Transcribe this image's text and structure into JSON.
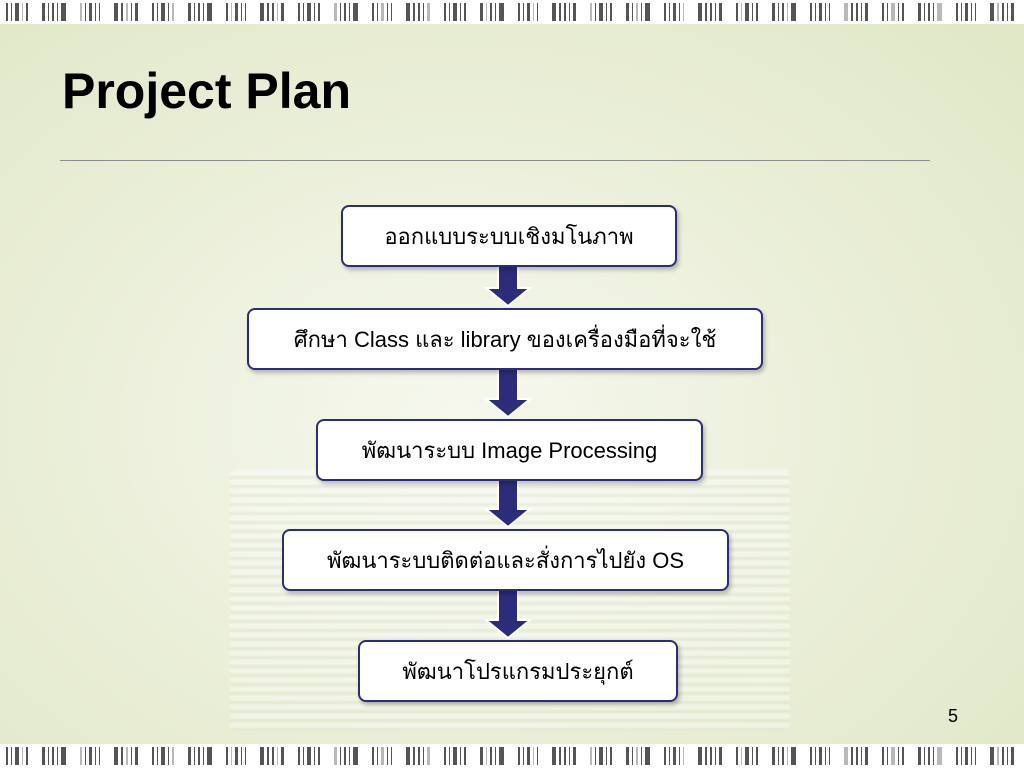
{
  "slide": {
    "title": "Project Plan",
    "page_number": "5"
  },
  "flow": {
    "steps": [
      {
        "label": "ออกแบบระบบเชิงมโนภาพ"
      },
      {
        "label": "ศึกษา Class และ library ของเครื่องมือที่จะใช้"
      },
      {
        "label": "พัฒนาระบบ Image Processing"
      },
      {
        "label": "พัฒนาระบบติดต่อและสั่งการไปยัง OS"
      },
      {
        "label": "พัฒนาโปรแกรมประยุกต์"
      }
    ]
  },
  "colors": {
    "box_border": "#2b2d7a",
    "arrow_fill": "#2b2d7a",
    "arrow_outline": "#ffffff"
  }
}
